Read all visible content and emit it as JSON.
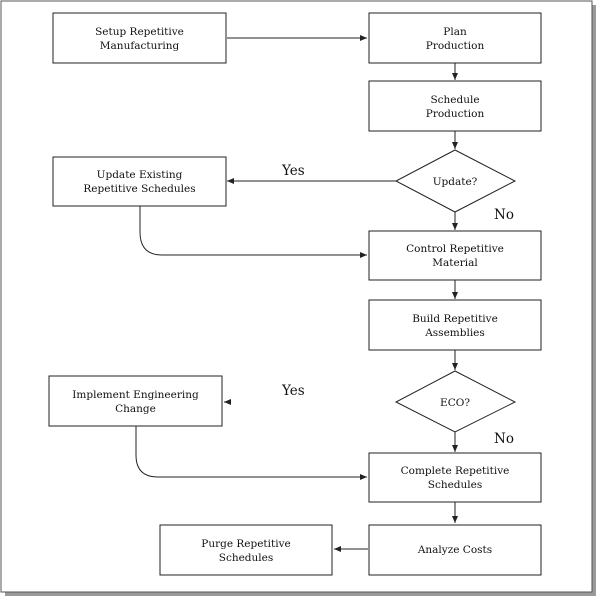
{
  "boxes": {
    "setup": [
      "Setup Repetitive",
      "Manufacturing"
    ],
    "plan": [
      "Plan",
      "Production"
    ],
    "schedule": [
      "Schedule",
      "Production"
    ],
    "update_existing": [
      "Update Existing",
      "Repetitive Schedules"
    ],
    "control": [
      "Control Repetitive",
      "Material"
    ],
    "build": [
      "Build Repetitive",
      "Assemblies"
    ],
    "implement": [
      "Implement Engineering",
      "Change"
    ],
    "complete": [
      "Complete Repetitive",
      "Schedules"
    ],
    "purge": [
      "Purge Repetitive",
      "Schedules"
    ],
    "analyze": [
      "Analyze Costs"
    ]
  },
  "decisions": {
    "update": "Update?",
    "eco": "ECO?"
  },
  "edge_labels": {
    "update_yes": "Yes",
    "update_no": "No",
    "eco_yes": "Yes",
    "eco_no": "No"
  }
}
